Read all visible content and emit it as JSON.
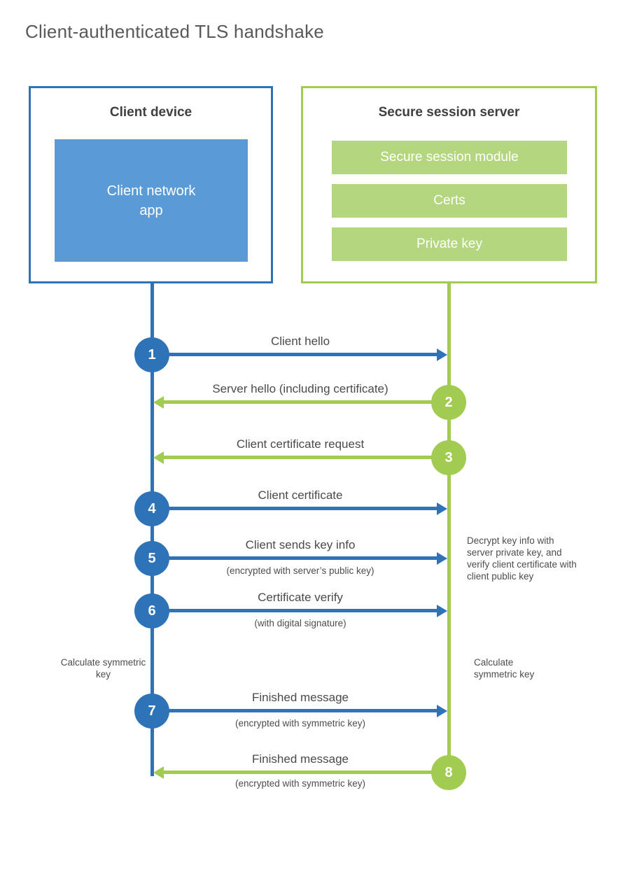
{
  "title": "Client-authenticated TLS handshake",
  "colors": {
    "client_blue": "#2e73b8",
    "client_fill_blue": "#5b9bd5",
    "server_green": "#a1cc51",
    "server_fill_green": "#b4d67e",
    "heading_text": "#3f3f3f",
    "label_text": "#4a4a4a",
    "title_text": "#595959"
  },
  "client": {
    "title": "Client device",
    "app_label": "Client network\napp"
  },
  "server": {
    "title": "Secure session server",
    "modules": [
      "Secure session module",
      "Certs",
      "Private key"
    ]
  },
  "messages": [
    {
      "num": "1",
      "label": "Client hello",
      "sub": "",
      "direction": "client-to-server"
    },
    {
      "num": "2",
      "label": "Server hello (including certificate)",
      "sub": "",
      "direction": "server-to-client"
    },
    {
      "num": "3",
      "label": "Client certificate request",
      "sub": "",
      "direction": "server-to-client"
    },
    {
      "num": "4",
      "label": "Client certificate",
      "sub": "",
      "direction": "client-to-server"
    },
    {
      "num": "5",
      "label": "Client sends key info",
      "sub": "(encrypted with server’s public key)",
      "direction": "client-to-server"
    },
    {
      "num": "6",
      "label": "Certificate verify",
      "sub": "(with digital signature)",
      "direction": "client-to-server"
    },
    {
      "num": "7",
      "label": "Finished message",
      "sub": "(encrypted with symmetric key)",
      "direction": "client-to-server"
    },
    {
      "num": "8",
      "label": "Finished message",
      "sub": "(encrypted with symmetric key)",
      "direction": "server-to-client"
    }
  ],
  "notes": {
    "decrypt": "Decrypt key info with server private key, and verify client certificate with client public key",
    "calc_left": "Calculate symmetric key",
    "calc_right": "Calculate symmetric key"
  }
}
